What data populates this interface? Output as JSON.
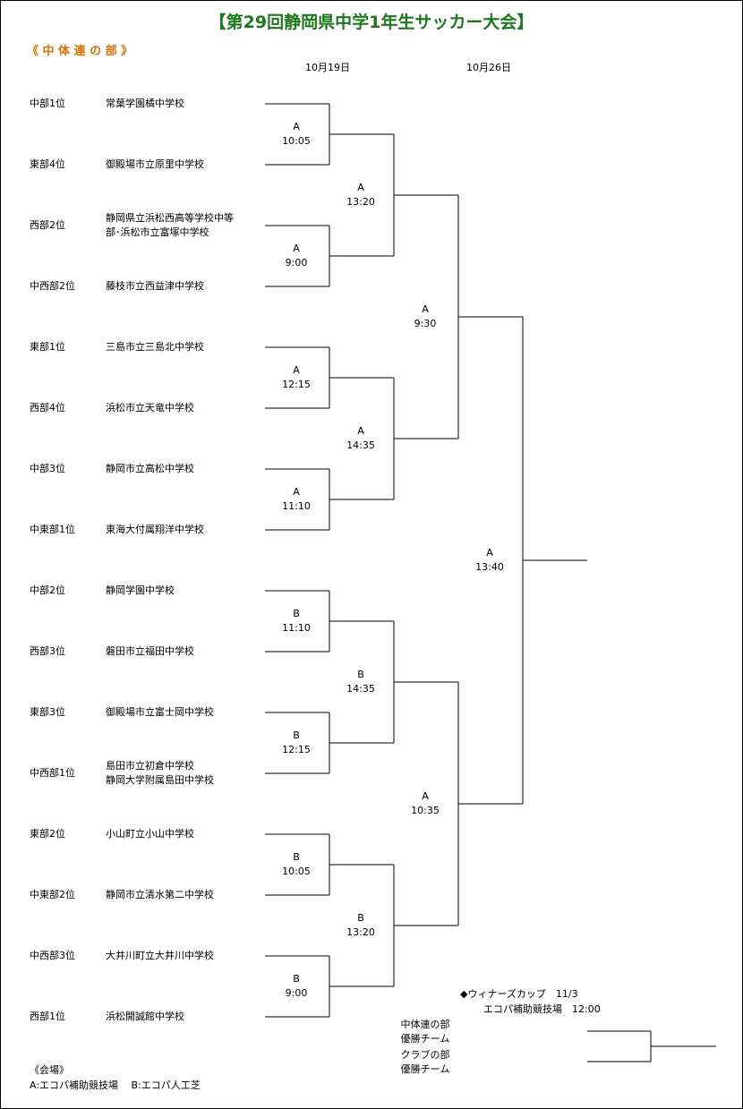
{
  "title": "【第29回静岡県中学1年生サッカー大会】",
  "section": "《 中 体 連 の 部 》",
  "dates": [
    "10月19日",
    "10月26日"
  ],
  "teams": [
    {
      "rank": "中部1位",
      "school": [
        "常葉学園橘中学校"
      ]
    },
    {
      "rank": "東部4位",
      "school": [
        "御殿場市立原里中学校"
      ]
    },
    {
      "rank": "西部2位",
      "school": [
        "静岡県立浜松西高等学校中等",
        "部･浜松市立富塚中学校"
      ]
    },
    {
      "rank": "中西部2位",
      "school": [
        "藤枝市立西益津中学校"
      ]
    },
    {
      "rank": "東部1位",
      "school": [
        "三島市立三島北中学校"
      ]
    },
    {
      "rank": "西部4位",
      "school": [
        "浜松市立天竜中学校"
      ]
    },
    {
      "rank": "中部3位",
      "school": [
        "静岡市立高松中学校"
      ]
    },
    {
      "rank": "中東部1位",
      "school": [
        "東海大付属翔洋中学校"
      ]
    },
    {
      "rank": "中部2位",
      "school": [
        "静岡学園中学校"
      ]
    },
    {
      "rank": "西部3位",
      "school": [
        "磐田市立福田中学校"
      ]
    },
    {
      "rank": "東部3位",
      "school": [
        "御殿場市立富士岡中学校"
      ]
    },
    {
      "rank": "中西部1位",
      "school": [
        "島田市立初倉中学校",
        "静岡大学附属島田中学校"
      ]
    },
    {
      "rank": "東部2位",
      "school": [
        "小山町立小山中学校"
      ]
    },
    {
      "rank": "中東部2位",
      "school": [
        "静岡市立清水第二中学校"
      ]
    },
    {
      "rank": "中西部3位",
      "school": [
        "大井川町立大井川中学校"
      ]
    },
    {
      "rank": "西部1位",
      "school": [
        "浜松開誠館中学校"
      ]
    }
  ],
  "round1": [
    {
      "venue": "A",
      "time": "10:05"
    },
    {
      "venue": "A",
      "time": "9:00"
    },
    {
      "venue": "A",
      "time": "12:15"
    },
    {
      "venue": "A",
      "time": "11:10"
    },
    {
      "venue": "B",
      "time": "11:10"
    },
    {
      "venue": "B",
      "time": "12:15"
    },
    {
      "venue": "B",
      "time": "10:05"
    },
    {
      "venue": "B",
      "time": "9:00"
    }
  ],
  "round2": [
    {
      "venue": "A",
      "time": "13:20"
    },
    {
      "venue": "A",
      "time": "14:35"
    },
    {
      "venue": "B",
      "time": "14:35"
    },
    {
      "venue": "B",
      "time": "13:20"
    }
  ],
  "round3": [
    {
      "venue": "A",
      "time": "9:30"
    },
    {
      "venue": "A",
      "time": "10:35"
    }
  ],
  "final": {
    "venue": "A",
    "time": "13:40"
  },
  "winners_cup": {
    "line1": "◆ウィナーズカップ　11/3",
    "line2": "エコパ補助競技場　12:00",
    "slot1": [
      "中体連の部",
      "優勝チーム"
    ],
    "slot2": [
      "クラブの部",
      "優勝チーム"
    ]
  },
  "venue_note": {
    "heading": "《会場》",
    "text": "A:エコパ補助競技場　 B:エコパ人工芝"
  }
}
